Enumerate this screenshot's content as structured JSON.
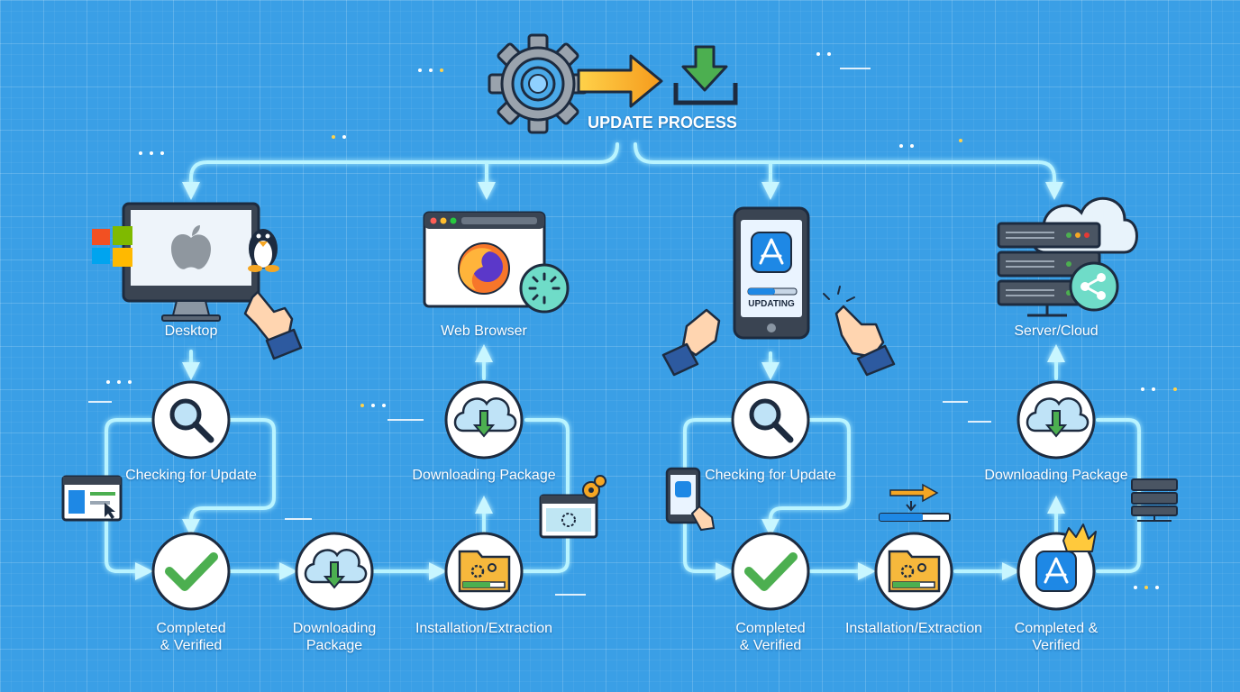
{
  "header": {
    "title": "UPDATE PROCESS"
  },
  "devices": {
    "desktop": "Desktop",
    "browser": "Web Browser",
    "server": "Server/Cloud",
    "phone_screen_text": "UPDATING"
  },
  "flow1": {
    "checking": "Checking for Update",
    "completed": [
      "Completed",
      "& Verified"
    ],
    "downloading": [
      "Downloading",
      "Package"
    ],
    "installation": "Installation/Extraction",
    "downloading_top": "Downloading Package"
  },
  "flow2": {
    "checking": "Checking for Update",
    "completed": [
      "Completed",
      "& Verified"
    ],
    "installation": "Installation/Extraction",
    "completed_final": [
      "Completed &",
      "Verified"
    ],
    "downloading_top": "Downloading Package"
  },
  "colors": {
    "background": "#3a9fe6",
    "connector": "#b9f4ff",
    "node_fill": "#ffffff",
    "node_stroke": "#1d2b3f",
    "check": "#4caf50",
    "arrow_orange": "#f5a623"
  }
}
